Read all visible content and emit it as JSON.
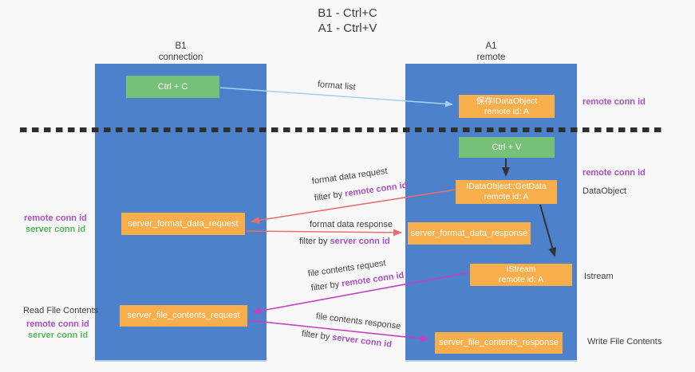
{
  "title": {
    "line1": "B1 - Ctrl+C",
    "line2": "A1 - Ctrl+V"
  },
  "lanes": {
    "left": {
      "title": "B1",
      "subtitle": "connection"
    },
    "right": {
      "title": "A1",
      "subtitle": "remote"
    }
  },
  "boxes": {
    "ctrl_c": {
      "label": "Ctrl + C"
    },
    "ctrl_v": {
      "label": "Ctrl + V"
    },
    "saved_idataobject": {
      "line1": "保存IDataObject",
      "line2": "remote id: A"
    },
    "idataobject_getdata": {
      "line1": "IDataObject::GetData",
      "line2": "remote id: A"
    },
    "istream": {
      "line1": "IStream",
      "line2": "remote id: A"
    },
    "server_format_data_request": {
      "label": "server_format_data_request"
    },
    "server_format_data_response": {
      "label": "server_format_data_response"
    },
    "server_file_contents_request": {
      "label": "server_file_contents_request"
    },
    "server_file_contents_response": {
      "label": "server_file_contents_response"
    }
  },
  "arrow_labels": {
    "format_list": "format list",
    "format_data_request": "format data request",
    "format_data_response": "format data response",
    "file_contents_request": "file contents request",
    "file_contents_response": "file contents response",
    "filter_by": "filter by",
    "remote_conn_id": "remote conn id",
    "server_conn_id": "server conn id"
  },
  "side_labels": {
    "remote_conn_id": "remote conn id",
    "server_conn_id": "server conn id",
    "dataobject": "DataObject",
    "istream": "Istream",
    "read_file_contents": "Read File Contents",
    "write_file_contents": "Write File Contents"
  },
  "colors": {
    "lane_blue": "#4d81cb",
    "box_orange": "#f9ae4c",
    "box_green": "#77c077",
    "purple_text": "#a94fc8",
    "green_text": "#53b857",
    "red_arrow": "#e8706e",
    "magenta_arrow": "#c53fc5",
    "light_blue_arrow": "#a5d3f2",
    "black_arrow": "#333333",
    "background": "#f8f8f9"
  }
}
